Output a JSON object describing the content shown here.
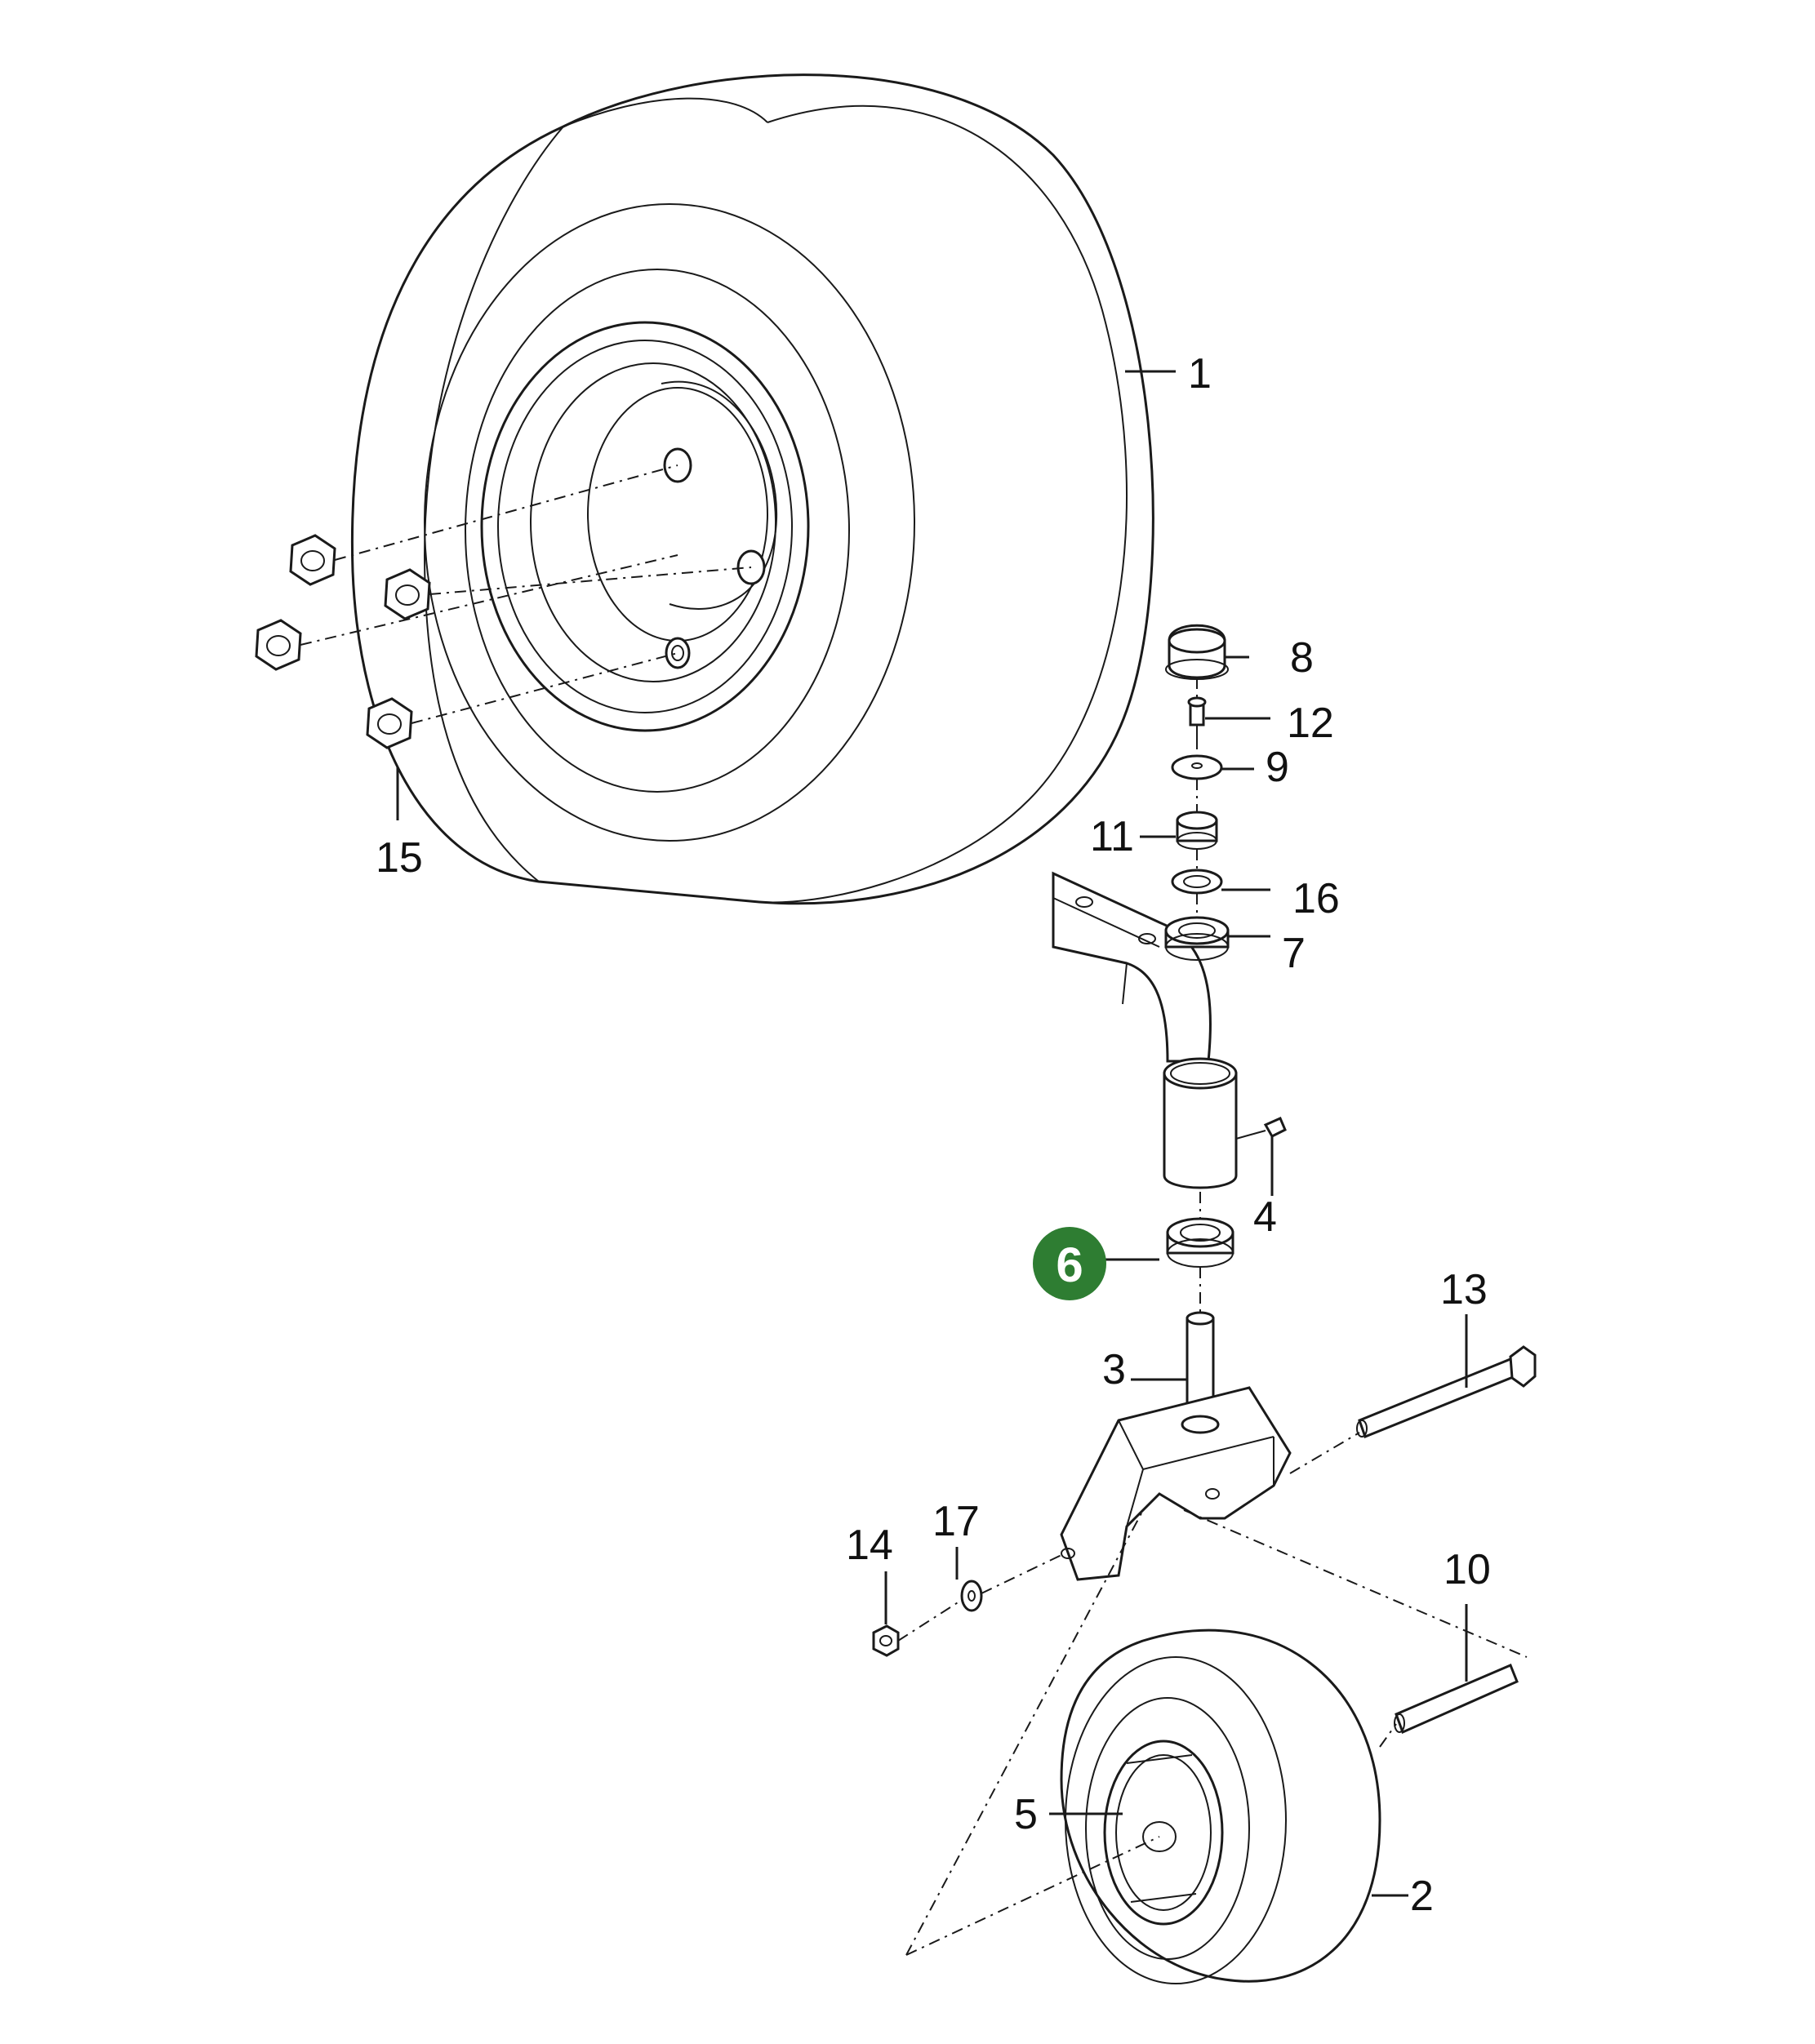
{
  "colors": {
    "line": "#1a1a1a",
    "highlight": "#2e7d32",
    "highlight_text": "#ffffff"
  },
  "callouts": {
    "p1": "1",
    "p2": "2",
    "p3": "3",
    "p4": "4",
    "p5": "5",
    "p6": "6",
    "p7": "7",
    "p8": "8",
    "p9": "9",
    "p10": "10",
    "p11": "11",
    "p12": "12",
    "p13": "13",
    "p14": "14",
    "p15": "15",
    "p16": "16",
    "p17": "17"
  },
  "highlighted_part": "6"
}
